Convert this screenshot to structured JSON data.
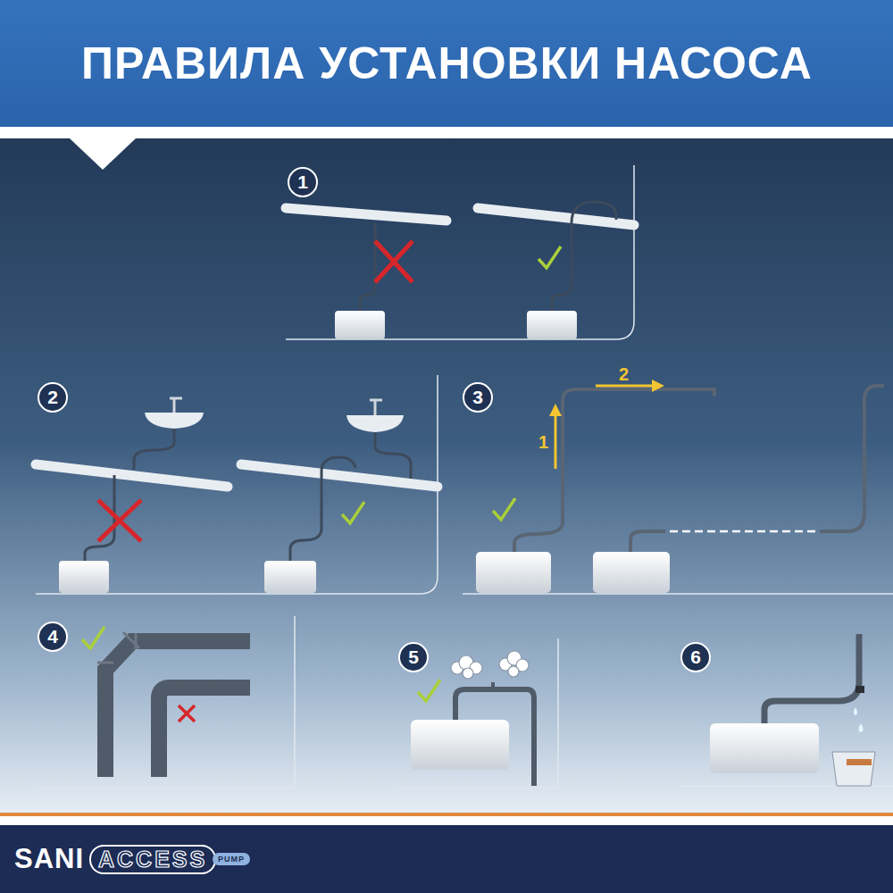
{
  "diagram": {
    "title": "ПРАВИЛА УСТАНОВКИ НАСОСА",
    "labels": [
      "1",
      "2",
      "3",
      "2",
      "1",
      "4",
      "5",
      "6",
      "SANI",
      "ACCESS",
      "PUMP"
    ]
  }
}
